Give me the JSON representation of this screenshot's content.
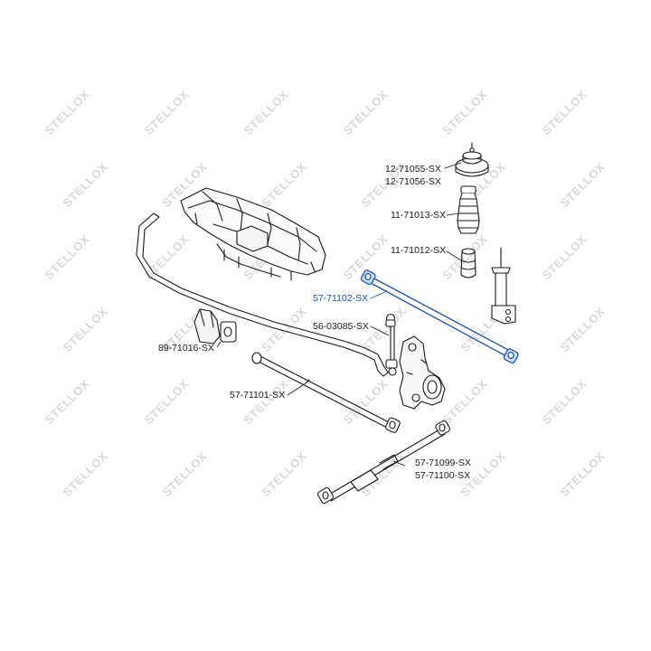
{
  "parts": [
    {
      "id": "strut-mount",
      "number": "12-71055-SX",
      "highlighted": false
    },
    {
      "id": "strut-bearing",
      "number": "12-71056-SX",
      "highlighted": false
    },
    {
      "id": "dust-boot",
      "number": "11-71013-SX",
      "highlighted": false
    },
    {
      "id": "bump-stop",
      "number": "11-71012-SX",
      "highlighted": false
    },
    {
      "id": "lateral-link",
      "number": "57-71102-SX",
      "highlighted": true
    },
    {
      "id": "stabilizer-link",
      "number": "56-03085-SX",
      "highlighted": false
    },
    {
      "id": "stabilizer-bushing",
      "number": "89-71016-SX",
      "highlighted": false
    },
    {
      "id": "rear-control-arm",
      "number": "57-71101-SX",
      "highlighted": false
    },
    {
      "id": "trailing-arm-left",
      "number": "57-71099-SX",
      "highlighted": false
    },
    {
      "id": "trailing-arm-right",
      "number": "57-71100-SX",
      "highlighted": false
    }
  ],
  "watermark": {
    "text": "STELLOX",
    "color": "#d9d9d9"
  },
  "colors": {
    "line": "#1a1a1a",
    "highlight": "#1d52b8",
    "highlight_fill": "#cfe0fa"
  }
}
